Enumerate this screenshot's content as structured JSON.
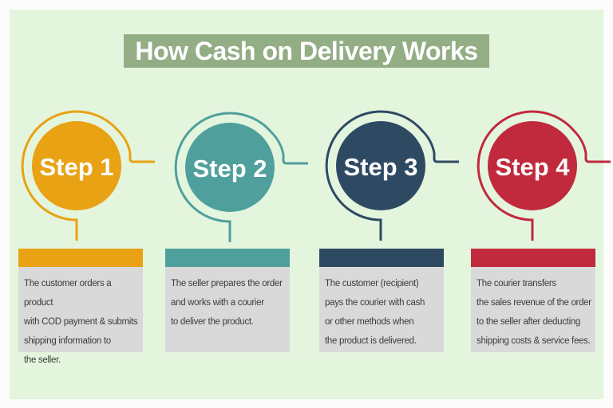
{
  "page": {
    "title": "How Cash on Delivery Works"
  },
  "colors": {
    "page_background": "#fbfcfb",
    "canvas_background": "#e4f5de",
    "title_bar": "#93ad85",
    "card_body": "#d9d9d9",
    "body_text": "#3b3b3b",
    "step1": "#e8a213",
    "step2": "#4fa09d",
    "step3": "#2e4a63",
    "step4": "#c02a3c"
  },
  "steps": [
    {
      "label": "Step 1",
      "color": "#e8a213",
      "description": "The customer orders a product\nwith COD payment & submits\nshipping information to\nthe seller."
    },
    {
      "label": "Step 2",
      "color": "#4fa09d",
      "description": "The seller prepares the order\nand works with a courier\nto deliver the product."
    },
    {
      "label": "Step 3",
      "color": "#2e4a63",
      "description": "The customer (recipient)\npays the courier with cash\nor other methods when\nthe product is delivered."
    },
    {
      "label": "Step 4",
      "color": "#c02a3c",
      "description": "The courier transfers\nthe sales revenue of the order\nto the seller after deducting\nshipping costs & service fees."
    }
  ]
}
